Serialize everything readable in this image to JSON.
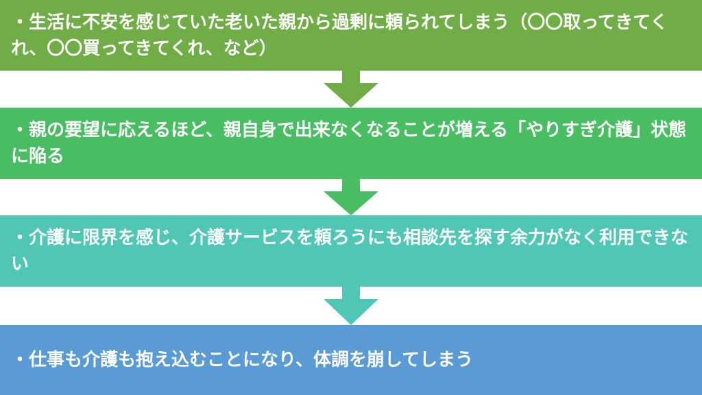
{
  "steps": [
    {
      "text": "・生活に不安を感じていた老いた親から過剰に頼られてしまう（〇〇取ってきてくれ、〇〇買ってきてくれ、など）",
      "color": "#70ad47"
    },
    {
      "text": "・親の要望に応えるほど、親自身で出来なくなることが増える「やりすぎ介護」状態に陥る",
      "color": "#49bd62"
    },
    {
      "text": "・介護に限界を感じ、介護サービスを頼ろうにも相談先を探す余力がなく利用できない",
      "color": "#50c7b5"
    },
    {
      "text": "・仕事も介護も抱え込むことになり、体調を崩してしまう",
      "color": "#5b9bd5"
    }
  ],
  "arrows": [
    {
      "color": "#70ad47"
    },
    {
      "color": "#49bd62"
    },
    {
      "color": "#50c7b5"
    }
  ]
}
